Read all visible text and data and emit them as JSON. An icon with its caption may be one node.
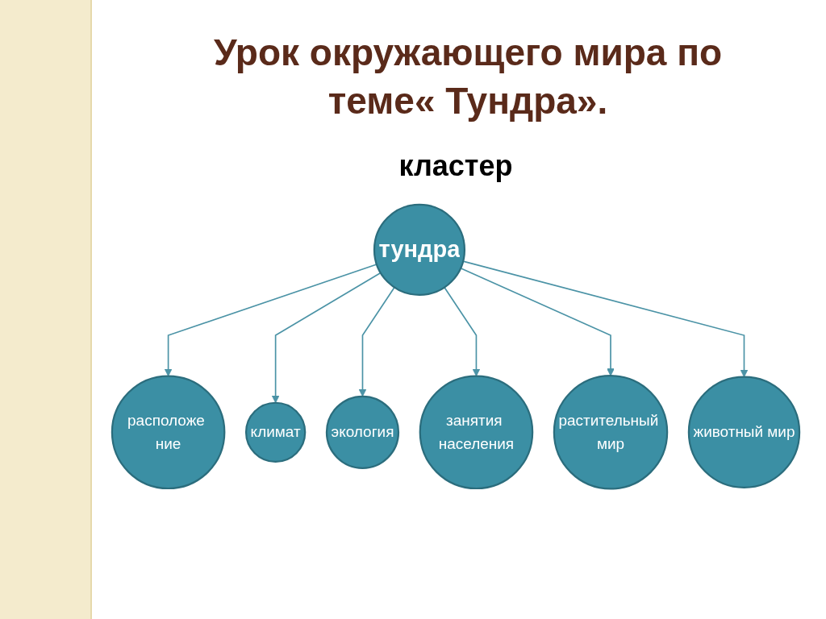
{
  "diagram": {
    "title": "Урок окружающего мира по теме« Тундра».",
    "nodes": [
      {
        "text": [
          "расположе ние"
        ]
      },
      {
        "text": [
          "тундра"
        ]
      },
      {
        "text": [
          "климат"
        ]
      },
      {
        "text": [
          "экология"
        ]
      },
      {
        "text": [
          "занятия населения"
        ]
      },
      {
        "text": [
          "растительный мир"
        ]
      },
      {
        "text": [
          "животный мир"
        ]
      }
    ],
    "edges": [
      {
        "from": 1,
        "to": 0,
        "arrow": "to"
      },
      {
        "from": 1,
        "to": 2,
        "arrow": "to"
      },
      {
        "from": 1,
        "to": 3,
        "arrow": "to"
      },
      {
        "from": 1,
        "to": 4,
        "arrow": "to"
      },
      {
        "from": 1,
        "to": 5,
        "arrow": "to"
      },
      {
        "from": 1,
        "to": 6,
        "arrow": "to"
      }
    ],
    "labels": [
      "кластер"
    ]
  }
}
